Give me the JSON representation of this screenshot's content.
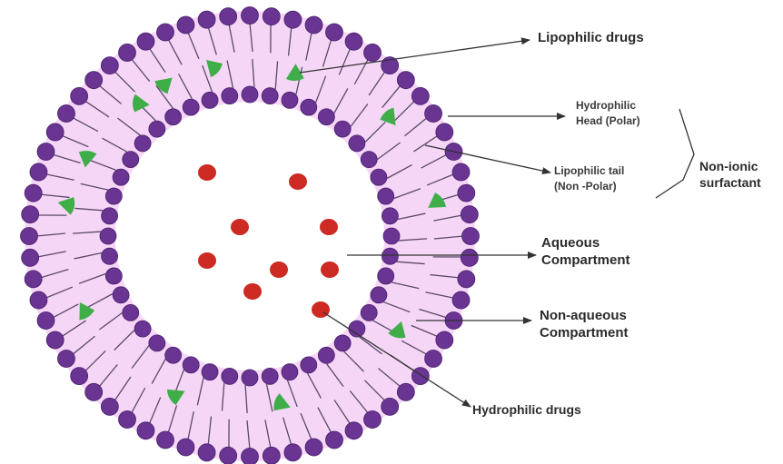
{
  "colors": {
    "head": "#6a3492",
    "head_dark": "#4a1f6e",
    "bilayer": "#f5d6f6",
    "tail": "#5a4a6a",
    "lipophilic_drug": "#3fae49",
    "hydrophilic_drug": "#cc2a23",
    "arrow": "#333333"
  },
  "icons": {
    "lipophilic_drug": "green-wedge",
    "hydrophilic_drug": "red-dot",
    "hydrophilic_head": "purple-circle"
  },
  "labels": {
    "lipophilic_drugs": "Lipophilic drugs",
    "hydrophilic_head_line1": "Hydrophilic",
    "hydrophilic_head_line2": "Head (Polar)",
    "lipophilic_tail_line1": "Lipophilic tail",
    "lipophilic_tail_line2": "(Non -Polar)",
    "non_ionic_line1": "Non-ionic",
    "non_ionic_line2": "surfactant",
    "aqueous_line1": "Aqueous",
    "aqueous_line2": "Compartment",
    "non_aqueous_line1": "Non-aqueous",
    "non_aqueous_line2": "Compartment",
    "hydrophilic_drugs": "Hydrophilic drugs"
  },
  "counts": {
    "outer_heads": 64,
    "inner_heads": 44,
    "lipophilic_drugs_in_bilayer": 12,
    "hydrophilic_drugs_in_core": 9
  }
}
